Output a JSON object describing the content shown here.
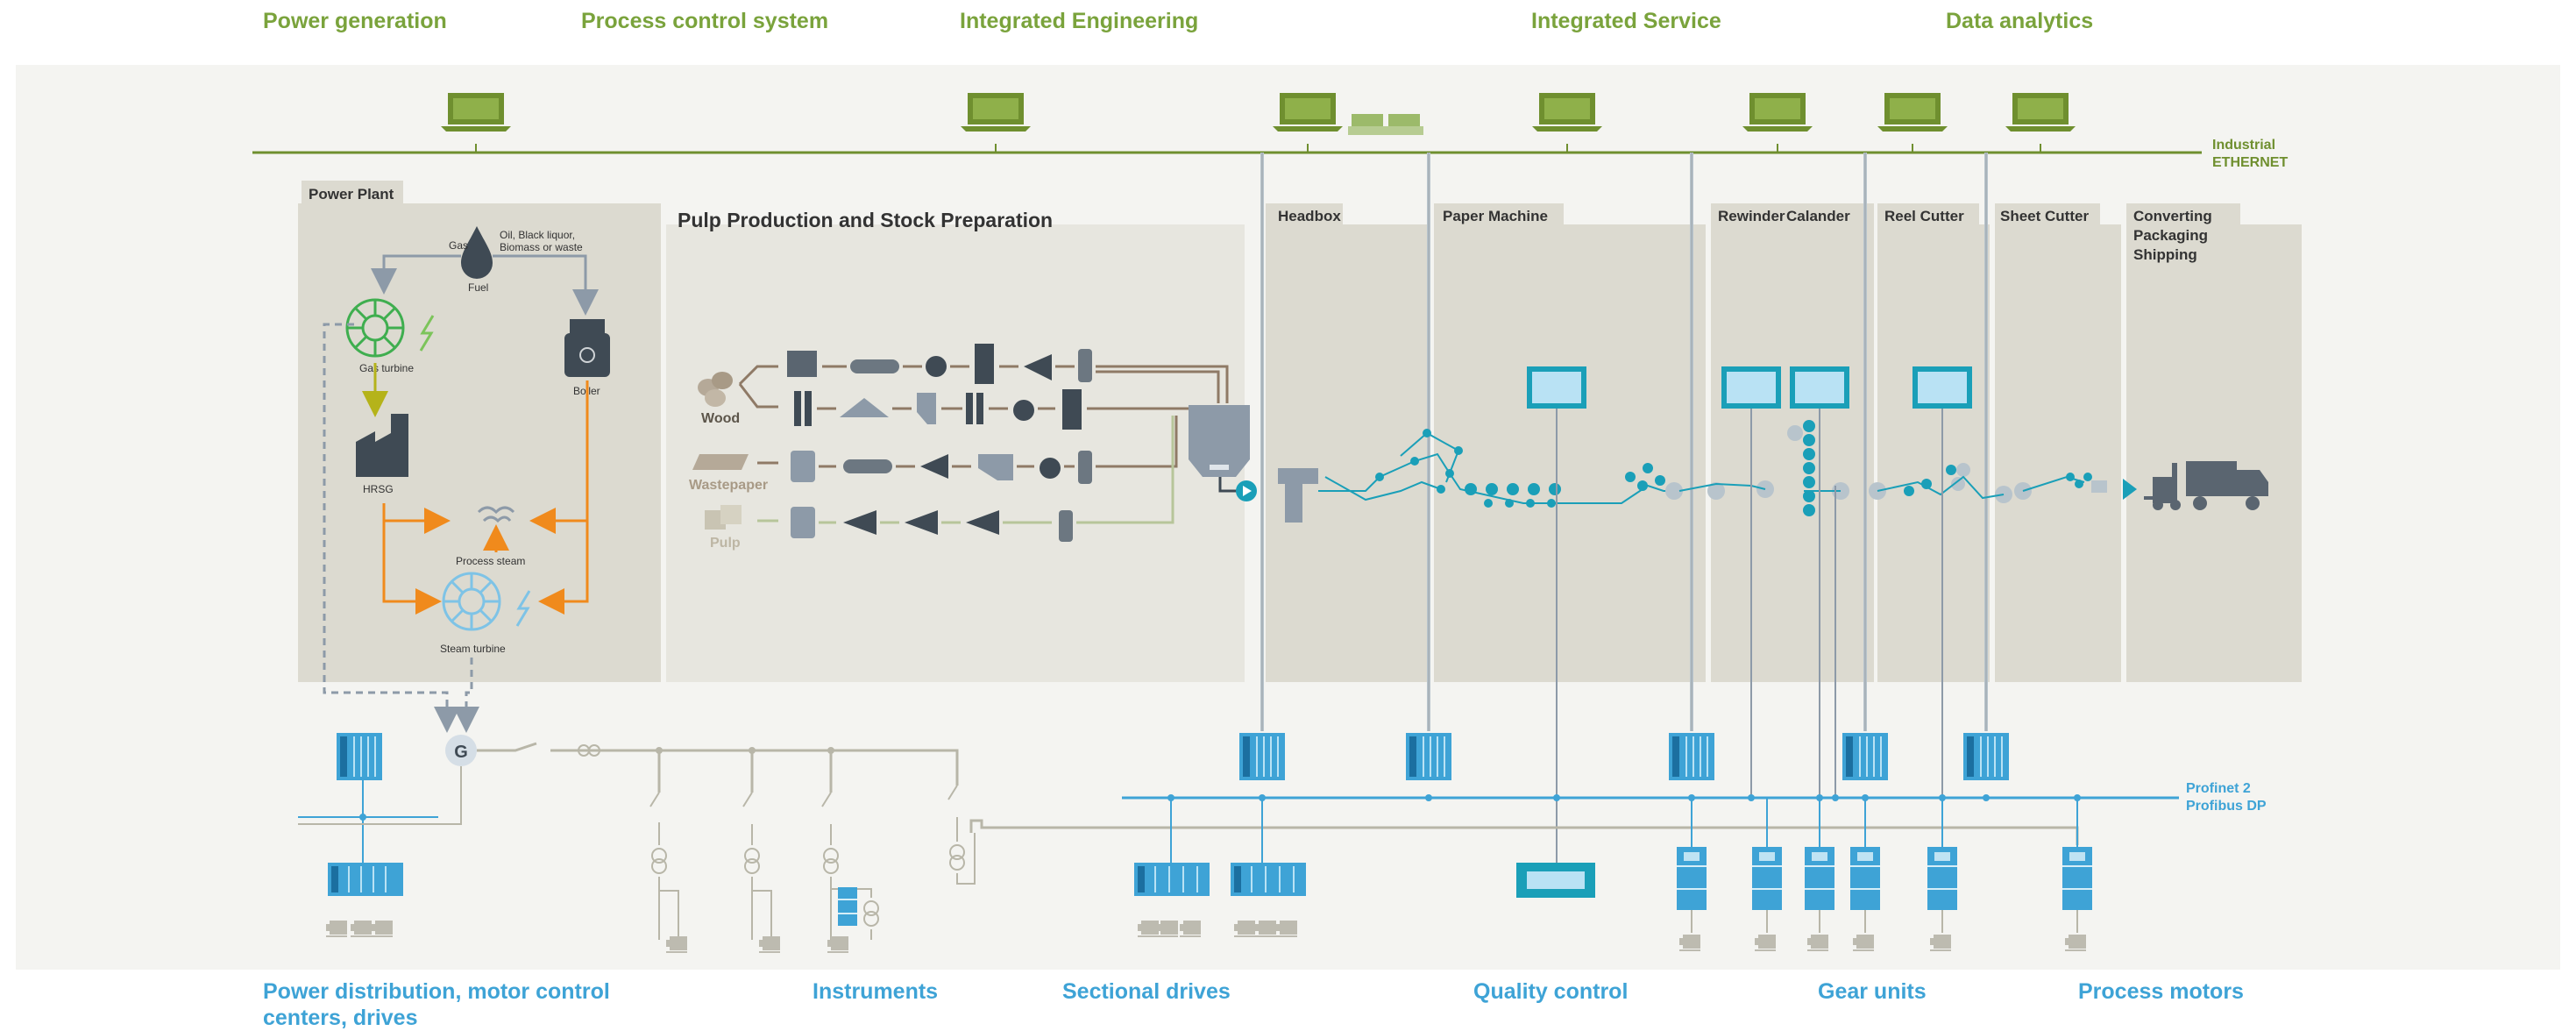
{
  "top_labels": {
    "power_generation": "Power generation",
    "process_control": "Process control system",
    "integrated_engineering": "Integrated Engineering",
    "integrated_service": "Integrated Service",
    "data_analytics": "Data analytics"
  },
  "bottom_labels": {
    "power_distribution": "Power distribution, motor control centers, drives",
    "instruments": "Instruments",
    "sectional_drives": "Sectional drives",
    "quality_control": "Quality control",
    "gear_units": "Gear units",
    "process_motors": "Process motors"
  },
  "network": {
    "industrial_ethernet_1": "Industrial",
    "industrial_ethernet_2": "ETHERNET",
    "profinet": "Profinet 2",
    "profibus": "Profibus DP"
  },
  "power_plant": {
    "title": "Power Plant",
    "gas": "Gas",
    "fuel": "Fuel",
    "fuel_types_1": "Oil, Black liquor,",
    "fuel_types_2": "Biomass or waste",
    "gas_turbine": "Gas turbine",
    "boiler": "Boiler",
    "hrsg": "HRSG",
    "process_steam": "Process steam",
    "steam_turbine": "Steam turbine",
    "generator": "G"
  },
  "pulp": {
    "title": "Pulp Production and Stock Preparation",
    "wood": "Wood",
    "wastepaper": "Wastepaper",
    "pulp": "Pulp"
  },
  "sections": {
    "headbox": "Headbox",
    "paper_machine": "Paper Machine",
    "rewinder": "Rewinder",
    "calander": "Calander",
    "reel_cutter": "Reel Cutter",
    "sheet_cutter": "Sheet Cutter",
    "converting_1": "Converting",
    "converting_2": "Packaging",
    "converting_3": "Shipping"
  },
  "colors": {
    "ethernet": "#6f8f2f",
    "profinet": "#3ea3d6",
    "accent_cyan": "#1a9fb8",
    "orange": "#f08a1c",
    "panel": "#dcdad0"
  }
}
